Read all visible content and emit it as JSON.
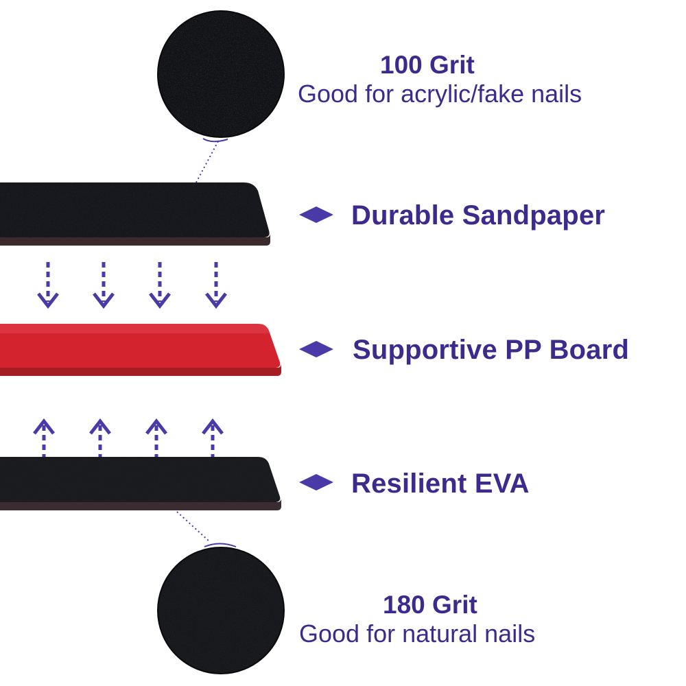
{
  "colors": {
    "text": "#3d2a8c",
    "accent": "#4a3aa8",
    "sandpaper": "#15171c",
    "board": "#d3232e",
    "eva": "#1a1b1f"
  },
  "top_grit": {
    "title": "100 Grit",
    "description": "Good for acrylic/fake nails"
  },
  "layers": [
    {
      "label": "Durable Sandpaper",
      "icon": "diamond-bullet-icon"
    },
    {
      "label": "Supportive PP Board",
      "icon": "diamond-bullet-icon"
    },
    {
      "label": "Resilient EVA",
      "icon": "diamond-bullet-icon"
    }
  ],
  "bottom_grit": {
    "title": "180 Grit",
    "description": "Good for natural nails"
  }
}
